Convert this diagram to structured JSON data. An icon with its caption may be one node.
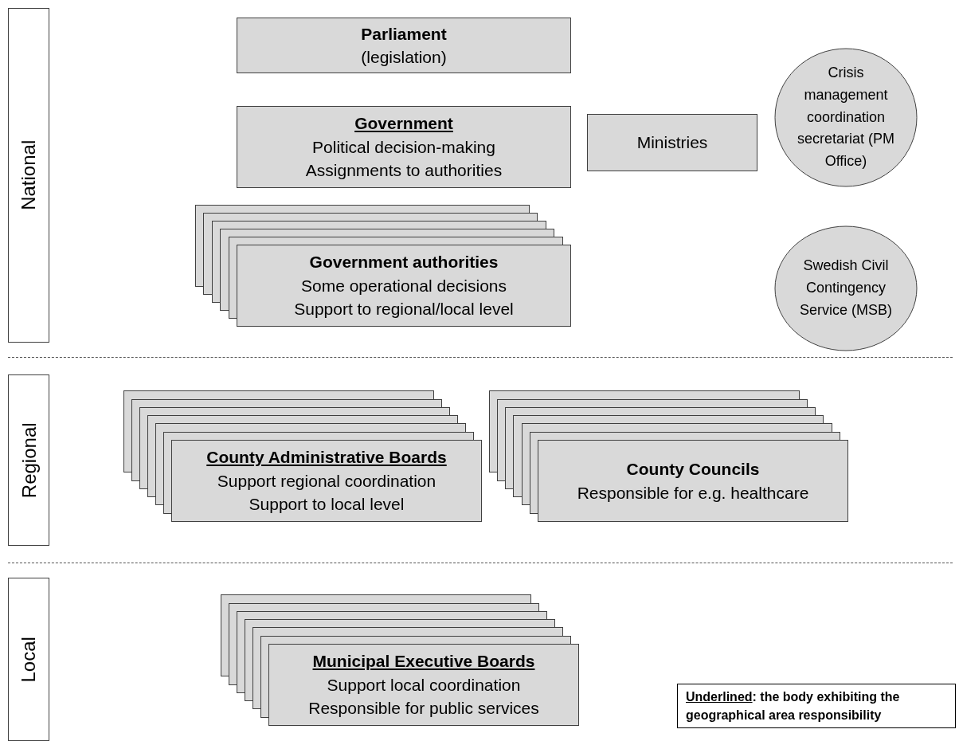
{
  "diagram": {
    "nodes": [
      {
        "text": [
          "National"
        ]
      },
      {
        "text": [
          "Regional"
        ]
      },
      {
        "text": [
          "Local"
        ]
      },
      {
        "text": [
          "Parliament",
          "(legislation)"
        ]
      },
      {
        "text": [
          "Government",
          "Political decision-making",
          "Assignments to authorities"
        ]
      },
      {
        "text": [
          "Ministries"
        ]
      },
      {
        "text": [
          "Crisis management coordination secretariat (PM Office)"
        ]
      },
      {
        "text": [
          "Government authorities",
          "Some operational decisions",
          "Support to regional/local level"
        ]
      },
      {
        "text": [
          "Swedish Civil Contingency Service (MSB)"
        ]
      },
      {
        "text": [
          "County Administrative Boards",
          "Support regional coordination",
          "Support to local level"
        ]
      },
      {
        "text": [
          "County Councils",
          "Responsible for e.g. healthcare"
        ]
      },
      {
        "text": [
          "Municipal Executive Boards",
          "Support local coordination",
          "Responsible for public services"
        ]
      }
    ],
    "edges": [],
    "labels": [
      "Underlined: the body exhibiting the geographical area responsibility"
    ]
  }
}
